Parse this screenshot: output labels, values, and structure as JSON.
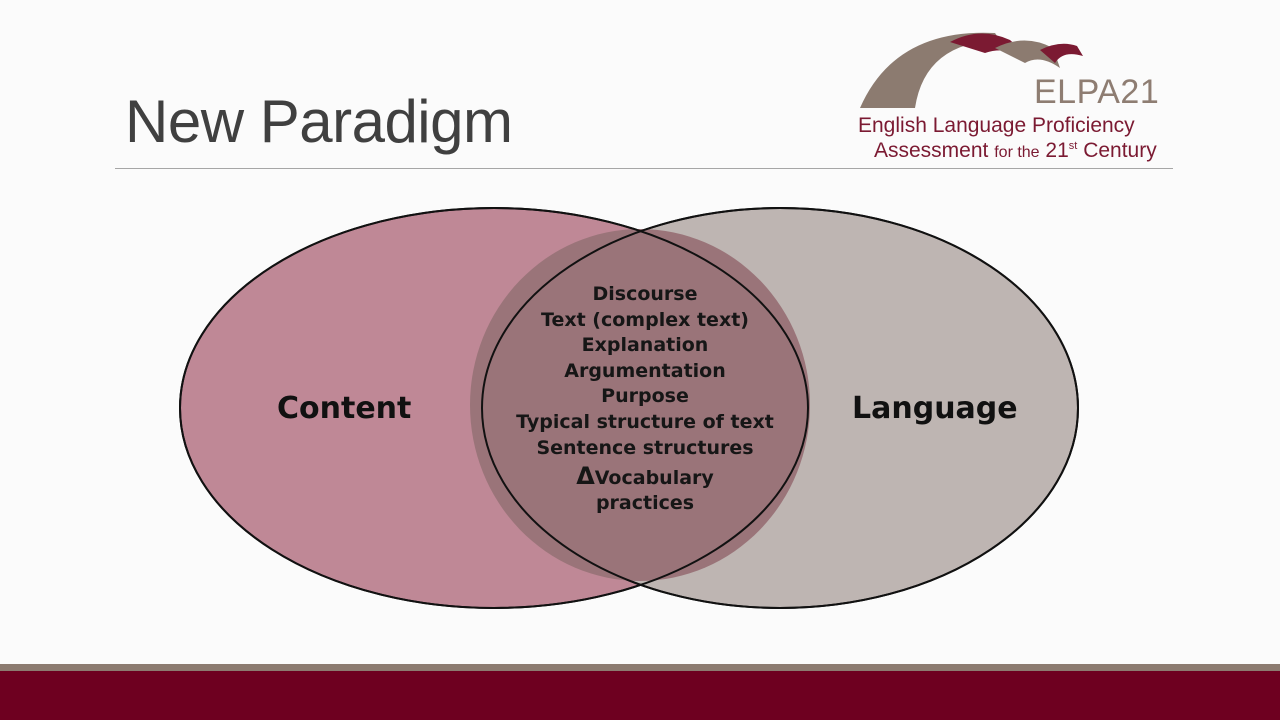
{
  "slide": {
    "title": "New Paradigm",
    "colors": {
      "content_fill": "#bf8896",
      "language_fill": "#beb5b2",
      "overlap_fill": "#9a7479",
      "accent_red": "#6e0020",
      "accent_taupe": "#8c7b70"
    }
  },
  "logo": {
    "abbr": "ELPA21",
    "line1": "English Language Proficiency",
    "line2_main": "Assessment",
    "line2_small": "for the",
    "line2_num": "21",
    "line2_sup": "st",
    "line2_end": "Century"
  },
  "venn": {
    "left_label": "Content",
    "right_label": "Language",
    "overlap_items": [
      "Discourse",
      "Text (complex text)",
      "Explanation",
      "Argumentation",
      "Purpose",
      "Typical structure of text",
      "Sentence structures",
      "Vocabulary",
      "practices"
    ],
    "delta_symbol": "Δ"
  }
}
